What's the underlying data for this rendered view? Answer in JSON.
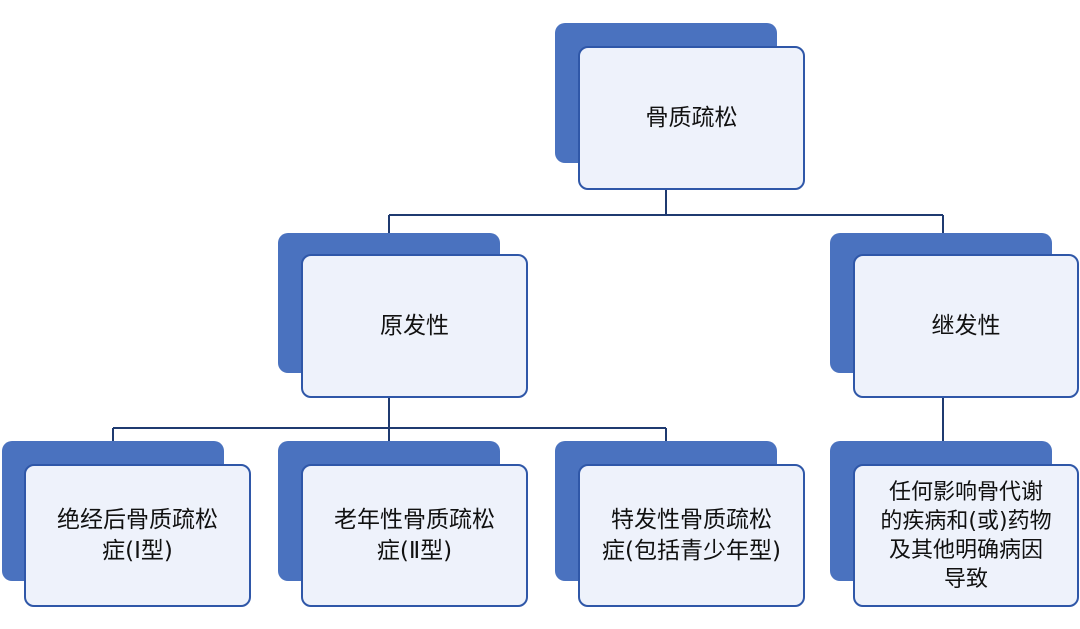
{
  "diagram": {
    "root": {
      "label": "骨质疏松"
    },
    "primary": {
      "label": "原发性"
    },
    "secondary": {
      "label": "继发性"
    },
    "type1": {
      "label": "绝经后骨质疏松\n症(Ⅰ型)"
    },
    "type2": {
      "label": "老年性骨质疏松\n症(Ⅱ型)"
    },
    "idiopathic": {
      "label": "特发性骨质疏松\n症(包括青少年型)"
    },
    "other": {
      "label": "任何影响骨代谢\n的疾病和(或)药物\n及其他明确病因\n导致"
    }
  },
  "colors": {
    "shadow": "#4a72bf",
    "box_fill": "#eef2fb",
    "box_border": "#2f57a8",
    "connector": "#1f3a70"
  }
}
